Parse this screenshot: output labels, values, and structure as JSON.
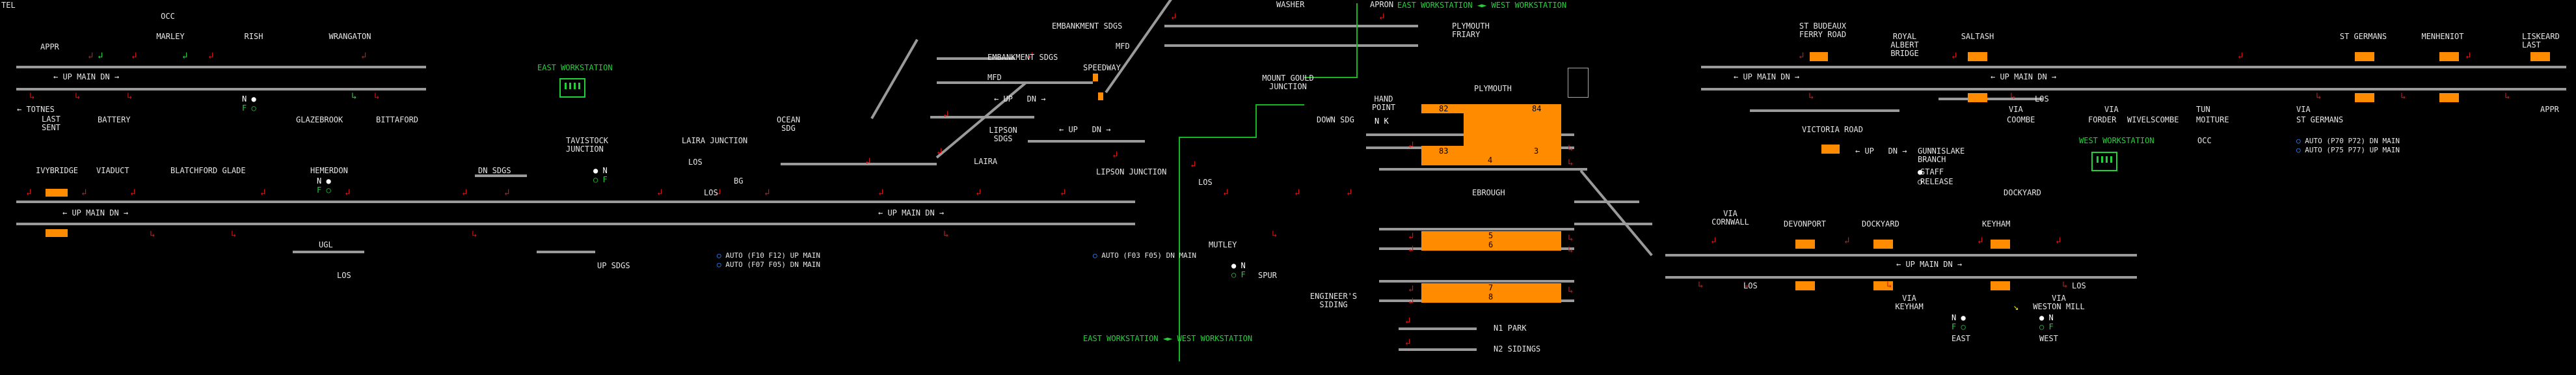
{
  "header_left": "TEL",
  "colors": {
    "track": "#9a9a9a",
    "platform": "#ff8c00",
    "signal_red": "#e01010",
    "workstation": "#22d13a",
    "route_blue": "#3a8cff"
  },
  "labels": {
    "occ_top": "OCC",
    "marley": "MARLEY",
    "rish": "RISH",
    "wrangaton": "WRANGATON",
    "appr_left": "APPR",
    "up_main_dn_1": "← UP MAIN DN →",
    "totnes": "← TOTNES",
    "last_sent": "LAST\nSENT",
    "battery": "BATTERY",
    "glazebrook": "GLAZEBROOK",
    "bittaford": "BITTAFORD",
    "ivybridge": "IVYBRIDGE",
    "viaduct": "VIADUCT",
    "blatchford_glade": "BLATCHFORD GLADE",
    "hemerdon": "HEMERDON",
    "up_main_dn_2": "← UP MAIN DN →",
    "ugl": "UGL",
    "los_1": "LOS",
    "dn_sdgs": "DN SDGS",
    "tavistock_junction": "TAVISTOCK\nJUNCTION",
    "up_sdgs": "UP SDGS",
    "laira_junction": "LAIRA JUNCTION",
    "ocean_sdg": "OCEAN\nSDG",
    "los_2": "LOS",
    "los_3": "LOS",
    "bg": "BG",
    "up_main_dn_3": "← UP MAIN DN →",
    "auto_f10": "AUTO (F10 F12) UP MAIN",
    "auto_f07": "AUTO (F07 F05) DN MAIN",
    "east_ws_1": "EAST WORKSTATION",
    "embankment_sdgs_top": "EMBANKMENT SDGS",
    "mfd_1": "MFD",
    "embankment_sdgs_2": "EMBANKMENT SDGS",
    "mfd_2": "MFD",
    "speedway": "SPEEDWAY",
    "up_dn_1": "← UP   DN →",
    "lipson_sdgs": "LIPSON\nSDGS",
    "up_dn_2": "← UP   DN →",
    "laira": "LAIRA",
    "lipson_junction": "LIPSON JUNCTION",
    "auto_f03": "AUTO (F03 F05) DN MAIN",
    "washer": "WASHER",
    "apron": "APRON",
    "plympton_friary": "PLYMOUTH\nFRIARY",
    "east_west_ws_top": "EAST WORKSTATION ◄► WEST WORKSTATION",
    "mount_gould_junction": "MOUNT GOULD\nJUNCTION",
    "down_sdg": "DOWN SDG",
    "hand_point": "HAND\nPOINT",
    "plymouth": "PLYMOUTH",
    "ebrough": "EBROUGH",
    "los_4": "LOS",
    "mutley": "MUTLEY",
    "spur": "SPUR",
    "engineers_siding": "ENGINEER'S\nSIDING",
    "n1_park": "N1 PARK",
    "n2_sidings": "N2 SIDINGS",
    "east_west_ws_bottom": "EAST WORKSTATION ◄► WEST WORKSTATION",
    "st_budeaux": "ST BUDEAUX\nFERRY ROAD",
    "royal_albert": "ROYAL\nALBERT\nBRIDGE",
    "saltash": "SALTASH",
    "st_germans": "ST GERMANS",
    "menheniot": "MENHENIOT",
    "liskeard": "LISKEARD\nLAST",
    "appr_right": "APPR",
    "up_main_dn_4": "← UP MAIN DN →",
    "up_main_dn_5": "← UP MAIN DN →",
    "los_5": "LOS",
    "coombe": "COOMBE",
    "forder": "FORDER",
    "wivelscombe": "WIVELSCOMBE",
    "tun": "TUN",
    "moiture": "MOITURE",
    "st_germans_2": "ST GERMANS",
    "via_1": "VIA",
    "via_2": "VIA",
    "via_3": "VIA",
    "victoria_road": "VICTORIA ROAD",
    "up_dn_3": "← UP   DN →",
    "gunnislake": "GUNNISLAKE\nBRANCH",
    "staff": "STAFF",
    "release": "RELEASE",
    "west_ws": "WEST WORKSTATION",
    "occ_right": "OCC",
    "auto_p70": "AUTO (P70 P72) DN MAIN",
    "auto_p75": "AUTO (P75 P77) UP MAIN",
    "via_cornwall": "VIA\nCORNWALL",
    "devonport": "DEVONPORT",
    "dockyard": "DOCKYARD",
    "dockyard_2": "DOCKYARD",
    "keyham": "KEYHAM",
    "up_main_dn_6": "← UP MAIN DN →",
    "los_6": "LOS",
    "los_7": "LOS",
    "via_keyham": "VIA\nKEYHAM",
    "via_weston": "VIA\nWESTON MILL",
    "east": "EAST",
    "west": "WEST",
    "plat_82": "82",
    "plat_84": "84",
    "plat_83": "83",
    "plat_3": "3",
    "plat_4": "4",
    "plat_5": "5",
    "plat_6": "6",
    "plat_7": "7",
    "plat_8": "8"
  }
}
